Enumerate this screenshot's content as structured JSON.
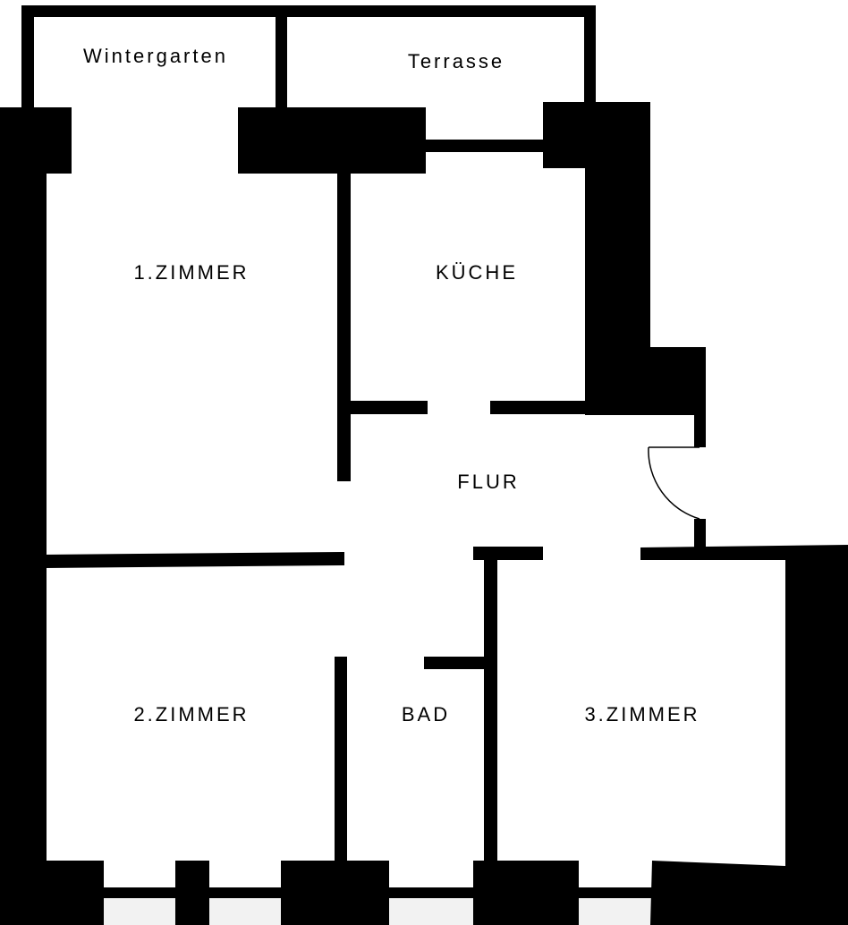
{
  "floorplan": {
    "rooms": {
      "wintergarten": "Wintergarten",
      "terrasse": "Terrasse",
      "zimmer1": "1.ZIMMER",
      "kueche": "KÜCHE",
      "flur": "FLUR",
      "zimmer2": "2.ZIMMER",
      "bad": "BAD",
      "zimmer3": "3.ZIMMER"
    },
    "colors": {
      "wall": "#000000",
      "floor": "#ffffff",
      "window_sill": "#f2f2f2"
    }
  }
}
